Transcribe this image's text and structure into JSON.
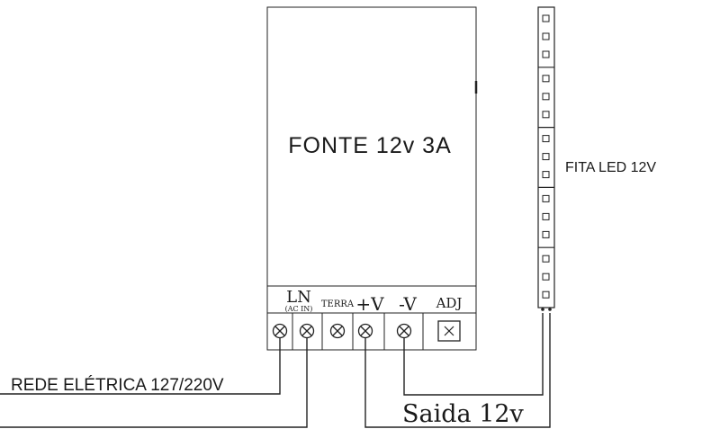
{
  "power_supply": {
    "label": "FONTE 12v 3A"
  },
  "terminals": {
    "ln": "LN",
    "ac_in": "(AC IN)",
    "terra": "TERRA",
    "plus_v": "+V",
    "minus_v": "-V",
    "adj": "ADJ"
  },
  "led_strip": {
    "label": "FITA LED 12V"
  },
  "labels": {
    "mains": "REDE ELÉTRICA 127/220V",
    "output": "Saida 12v"
  }
}
